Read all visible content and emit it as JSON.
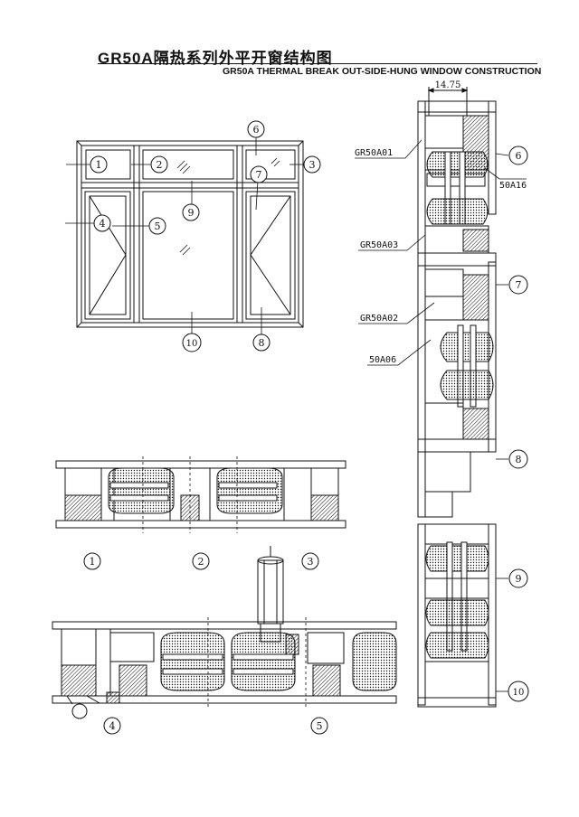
{
  "title": {
    "chinese": "GR50A隔热系列外平开窗结构图",
    "english": "GR50A THERMAL BREAK OUT-SIDE-HUNG WINDOW CONSTRUCTION"
  },
  "elevation": {
    "callouts": [
      "1",
      "2",
      "3",
      "4",
      "5",
      "6",
      "7",
      "8",
      "9",
      "10"
    ]
  },
  "vertical_section": {
    "dimension": "14.75",
    "profiles": [
      "GR50A01",
      "50A16",
      "GR50A03",
      "GR50A02",
      "50A06"
    ],
    "callouts": [
      "6",
      "7",
      "8",
      "9",
      "10"
    ]
  },
  "horizontal_section_top": {
    "callouts": [
      "1",
      "2",
      "3"
    ]
  },
  "horizontal_section_bottom": {
    "callouts": [
      "4",
      "5"
    ]
  },
  "colors": {
    "line": "#111111",
    "background": "#ffffff"
  }
}
